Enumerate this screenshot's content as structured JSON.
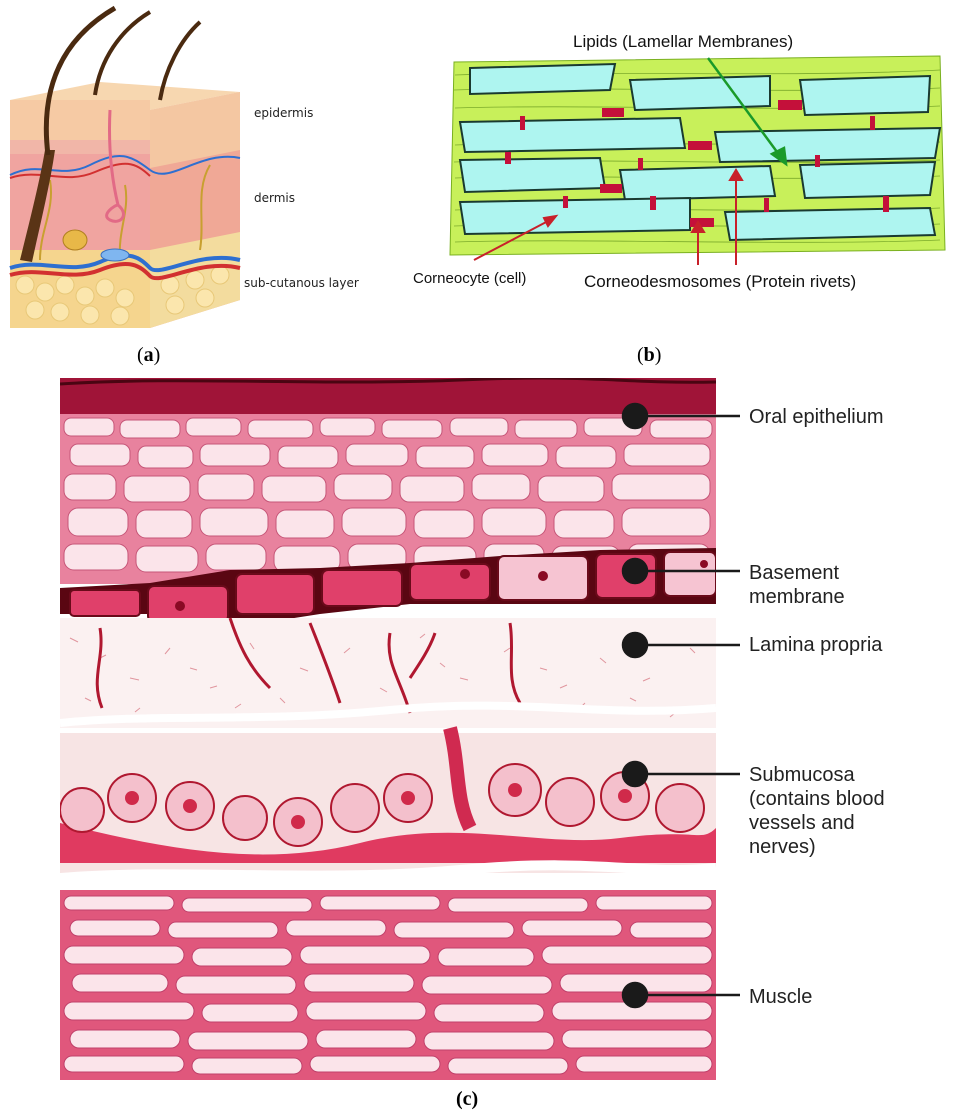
{
  "panel_a": {
    "tag": "a",
    "labels": {
      "epidermis": "epidermis",
      "dermis": "dermis",
      "subcutaneous": "sub-cutanous layer"
    }
  },
  "panel_b": {
    "tag": "b",
    "labels": {
      "lipids": "Lipids (Lamellar Membranes)",
      "corneocyte": "Corneocyte (cell)",
      "corneodesmosomes": "Corneodesmosomes (Protein rivets)"
    }
  },
  "panel_c": {
    "tag": "(c)",
    "labels": {
      "oral_epithelium": "Oral epithelium",
      "basement_line1": "Basement",
      "basement_line2": "membrane",
      "lamina_propria": "Lamina propria",
      "submucosa_line1": "Submucosa",
      "submucosa_line2": "(contains blood",
      "submucosa_line3": "vessels and",
      "submucosa_line4": "nerves)",
      "muscle": "Muscle"
    }
  },
  "colors": {
    "lipid_green": "#c8f05a",
    "cell_cyan": "#aef5f0",
    "rivet_red": "#c4103a",
    "tissue_pink": "#e05080",
    "tissue_dark": "#7a0a1e"
  }
}
